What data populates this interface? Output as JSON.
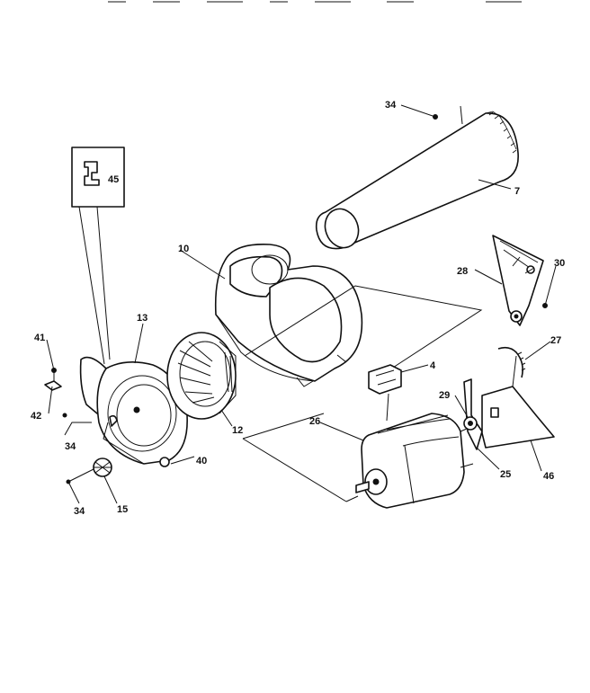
{
  "diagram": {
    "labels": {
      "p34_top": "34",
      "p7": "7",
      "p45": "45",
      "p10": "10",
      "p28": "28",
      "p30": "30",
      "p13": "13",
      "p41": "41",
      "p27": "27",
      "p4": "4",
      "p42": "42",
      "p29": "29",
      "p26": "26",
      "p12": "12",
      "p34_left": "34",
      "p40": "40",
      "p25": "25",
      "p46": "46",
      "p34_bottom": "34",
      "p15": "15"
    }
  }
}
